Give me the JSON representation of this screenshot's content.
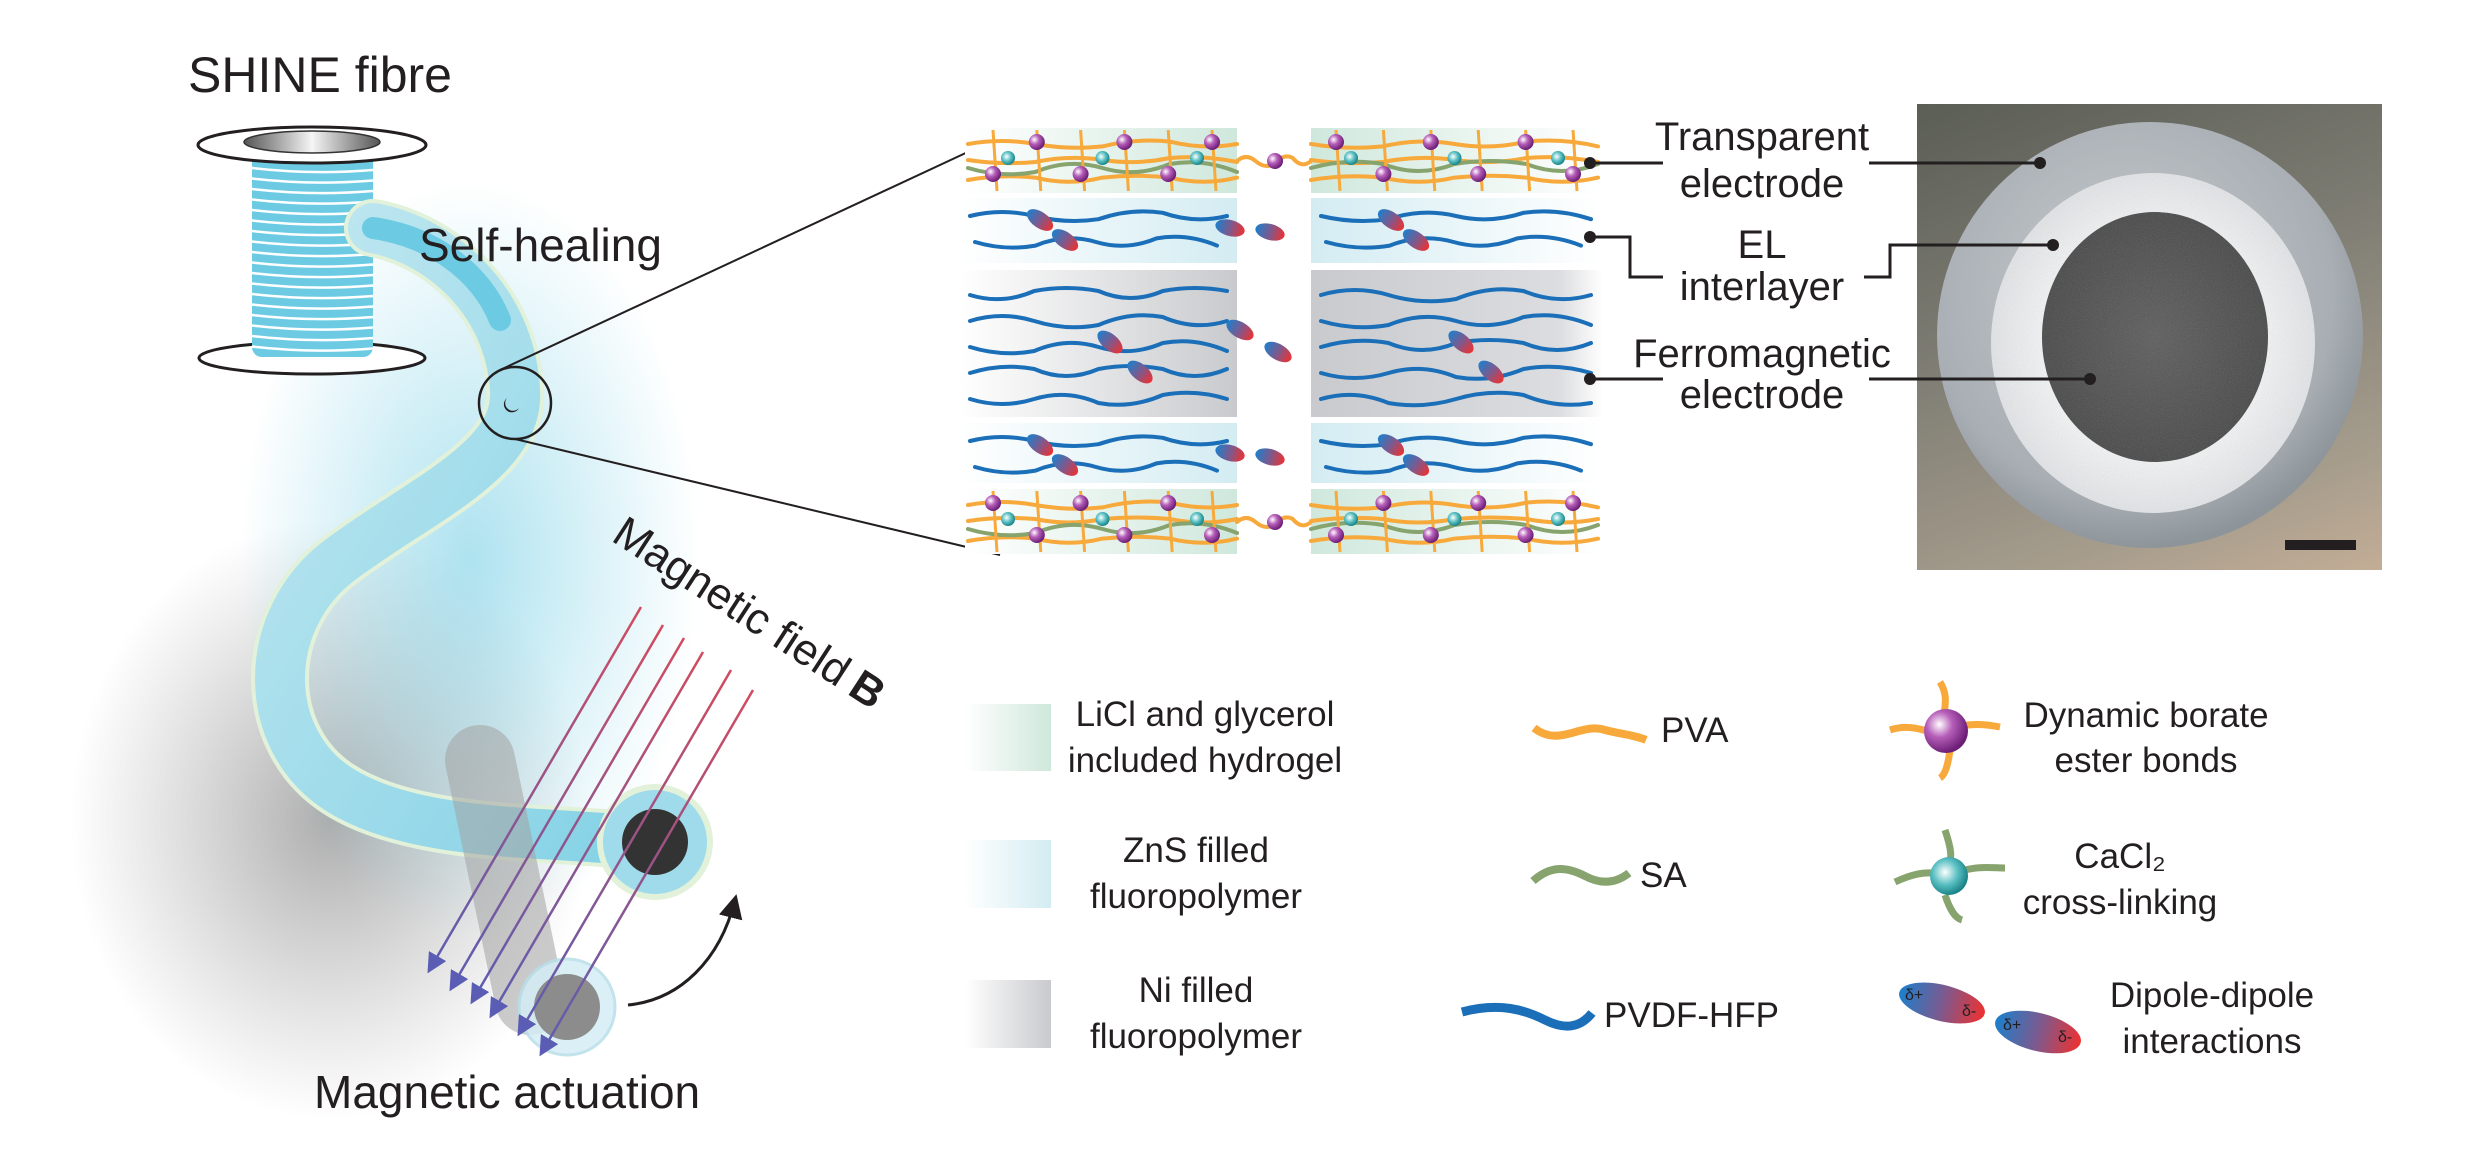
{
  "figure": {
    "title": "SHINE fibre",
    "self_healing_label": "Self-healing",
    "magnetic_field_label": "Magnetic field",
    "magnetic_field_symbol": "B",
    "magnetic_actuation_label": "Magnetic actuation"
  },
  "layer_labels": [
    {
      "line1": "Transparent",
      "line2": "electrode"
    },
    {
      "line1": "EL",
      "line2": "interlayer"
    },
    {
      "line1": "Ferromagnetic",
      "line2": "electrode"
    }
  ],
  "dipole": {
    "plus": "δ+",
    "minus": "δ-"
  },
  "legend": {
    "materials": [
      {
        "line1": "LiCl and glycerol",
        "line2": "included hydrogel",
        "color": "#cfe8dc"
      },
      {
        "line1": "ZnS filled",
        "line2": "fluoropolymer",
        "color": "#d3ecf2"
      },
      {
        "line1": "Ni filled",
        "line2": "fluoropolymer",
        "color": "#c9cacd"
      }
    ],
    "polymers": [
      {
        "label": "PVA",
        "color": "#f7a93b"
      },
      {
        "label": "SA",
        "color": "#87a36e"
      },
      {
        "label": "PVDF-HFP",
        "color": "#1b6fb8"
      }
    ],
    "interactions": [
      {
        "line1": "Dynamic borate",
        "line2": "ester bonds",
        "color": "#8e2f94"
      },
      {
        "line1": "CaCl₂",
        "line2": "cross-linking",
        "color": "#1b9a9c"
      },
      {
        "line1": "Dipole-dipole",
        "line2": "interactions",
        "color": "#d7352f"
      }
    ]
  },
  "colors": {
    "fibre_glow": "#6ccbe3",
    "field_line_top": "#d24b5e",
    "field_line_bottom": "#5a5db3"
  }
}
